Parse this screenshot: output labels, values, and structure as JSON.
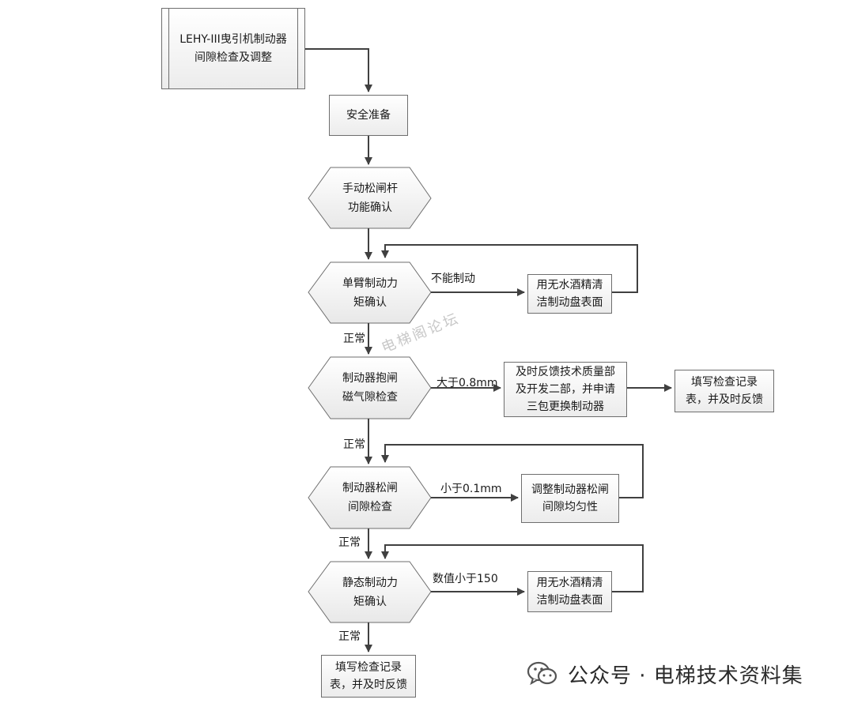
{
  "start": "LEHY-III曳引机制动器\n间隙检查及调整",
  "safety": "安全准备",
  "hex": [
    "手动松闸杆\n功能确认",
    "单臂制动力\n矩确认",
    "制动器抱闸\n磁气隙检查",
    "制动器松闸\n间隙检查",
    "静态制动力\n矩确认"
  ],
  "actions": {
    "clean1": "用无水酒精清\n洁制动盘表面",
    "feedback": "及时反馈技术质量部\n及开发二部，并申请\n三包更换制动器",
    "record1": "填写检查记录\n表，并及时反馈",
    "adjust": "调整制动器松闸\n间隙均匀性",
    "clean2": "用无水酒精清\n洁制动盘表面",
    "record_final": "填写检查记录\n表，并及时反馈"
  },
  "labels": {
    "cannot_brake": "不能制动",
    "normal1": "正常",
    "gt": "大于0.8mm",
    "normal2": "正常",
    "lt": "小于0.1mm",
    "normal3": "正常",
    "val": "数值小于150",
    "normal4": "正常"
  },
  "watermark": "电梯阁论坛",
  "footer": {
    "icon": "wechat-icon",
    "text": "公众号 · 电梯技术资料集"
  },
  "colors": {
    "line": "#404040",
    "border": "#6e6e6e"
  }
}
